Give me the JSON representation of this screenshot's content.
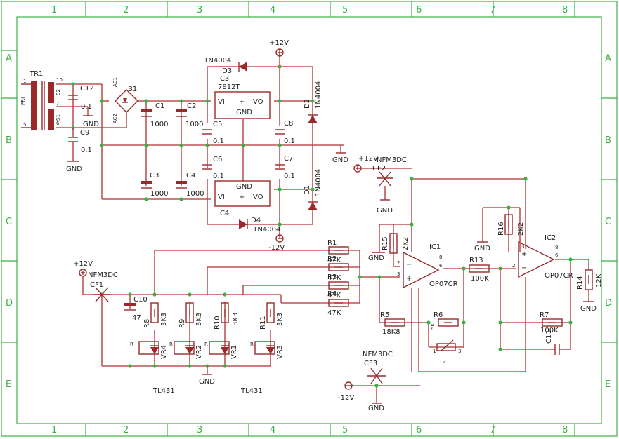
{
  "frame": {
    "columns": [
      "1",
      "2",
      "3",
      "4",
      "5",
      "6",
      "7",
      "8"
    ],
    "rows": [
      "A",
      "B",
      "C",
      "D",
      "E"
    ],
    "frame_color": "#3cb043",
    "wire_color": "#b03030"
  },
  "labels": {
    "gnd": "GND",
    "plus12": "+12V",
    "minus12": "-12V",
    "tl431": "TL431"
  },
  "components": {
    "tr1": {
      "ref": "TR1",
      "pri": "PRI",
      "s1": "S1",
      "s2": "S2",
      "pin1": "1",
      "pin5": "5",
      "pin10": "10",
      "pin7": "7",
      "pin6": "6"
    },
    "c12": {
      "ref": "C12",
      "value": "0.1"
    },
    "c9": {
      "ref": "C9",
      "value": "0.1"
    },
    "b1": {
      "ref": "B1",
      "ac1": "AC1",
      "ac2": "AC2"
    },
    "c1": {
      "ref": "C1",
      "value": "1000"
    },
    "c2": {
      "ref": "C2",
      "value": "1000"
    },
    "c3": {
      "ref": "C3",
      "value": "1000"
    },
    "c4": {
      "ref": "C4",
      "value": "1000"
    },
    "c5": {
      "ref": "C5",
      "value": "0.1"
    },
    "c6": {
      "ref": "C6",
      "value": "0.1"
    },
    "c7": {
      "ref": "C7",
      "value": "0.1"
    },
    "c8": {
      "ref": "C8",
      "value": "0.1"
    },
    "ic3": {
      "ref": "IC3",
      "part": "7812T",
      "vi": "VI",
      "vo": "VO",
      "plus": "+"
    },
    "ic4": {
      "ref": "IC4",
      "vi": "VI",
      "vo": "VO",
      "plus": "+"
    },
    "d1": {
      "ref": "D1",
      "part": "1N4004"
    },
    "d2": {
      "ref": "D2",
      "part": "1N4004"
    },
    "d3": {
      "ref": "D3",
      "part": "1N4004"
    },
    "d4": {
      "ref": "D4",
      "part": "1N4004"
    },
    "cf1": {
      "ref": "CF1",
      "part": "NFM3DC"
    },
    "cf2": {
      "ref": "CF2",
      "part": "NFM3DC"
    },
    "cf3": {
      "ref": "CF3",
      "part": "NFM3DC"
    },
    "c10": {
      "ref": "C10",
      "value": "47"
    },
    "r8": {
      "ref": "R8",
      "value": "3K3"
    },
    "r9": {
      "ref": "R9",
      "value": "3K3"
    },
    "r10": {
      "ref": "R10",
      "value": "3K3"
    },
    "r11": {
      "ref": "R11",
      "value": "3K3"
    },
    "vr": {
      "r": "R"
    },
    "vr1": {
      "ref": "VR1"
    },
    "vr2": {
      "ref": "VR2"
    },
    "vr3": {
      "ref": "VR3"
    },
    "vr4": {
      "ref": "VR4"
    },
    "r1": {
      "ref": "R1",
      "value": "47K"
    },
    "r2": {
      "ref": "R2",
      "value": "47K"
    },
    "r3": {
      "ref": "R3",
      "value": "47K"
    },
    "r4": {
      "ref": "R4",
      "value": "47K"
    },
    "r15": {
      "ref": "R15",
      "value": "2K2"
    },
    "ic1": {
      "ref": "IC1",
      "part": "OP07CR",
      "minus": "−",
      "plus": "+",
      "pin2": "2",
      "pin3": "3",
      "pin6": "6",
      "pin8": "8"
    },
    "ic2": {
      "ref": "IC2",
      "part": "OP07CR",
      "minus": "−",
      "plus": "+",
      "pin2": "2",
      "pin3": "3",
      "pin6": "6",
      "pin8": "8"
    },
    "r5": {
      "ref": "R5",
      "value": "18K8"
    },
    "r6": {
      "ref": "R6"
    },
    "trim": {
      "value": "5K",
      "pin1": "1",
      "pin2": "2",
      "pin3": "3"
    },
    "r13": {
      "ref": "R13",
      "value": "100K"
    },
    "r16": {
      "ref": "R16",
      "value": "2K2"
    },
    "r7": {
      "ref": "R7",
      "value": "100K"
    },
    "c11": {
      "ref": "C11"
    },
    "r14": {
      "ref": "R14",
      "value": "12K"
    }
  }
}
